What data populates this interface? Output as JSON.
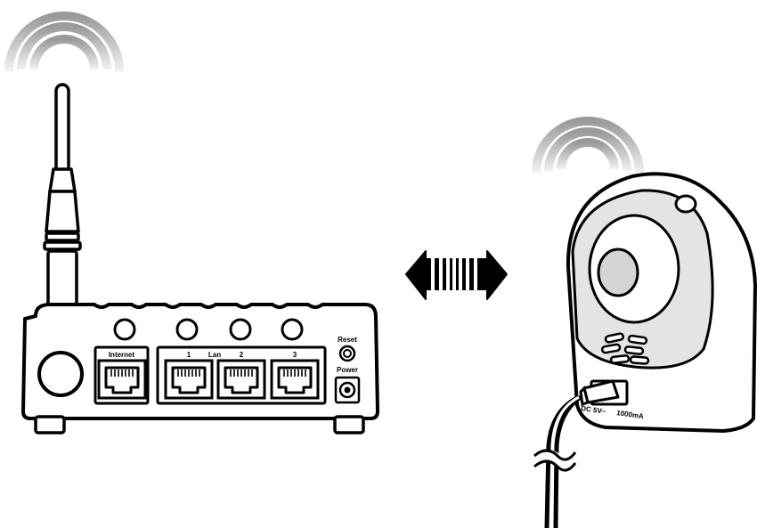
{
  "router": {
    "ports": {
      "internet": "Internet",
      "lan_title": "Lan",
      "lan_numbers": [
        "1",
        "2",
        "3"
      ]
    },
    "reset_label": "Reset",
    "power_label": "Power"
  },
  "camera": {
    "power_rating": "DC 5V",
    "current_rating": "1000mA"
  },
  "colors": {
    "outline": "#000000",
    "fill": "#ffffff",
    "wifi_signal": "#d4d4d4",
    "camera_grey": "#e2e2e2"
  },
  "icons": [
    "wifi-signal-icon",
    "bidirectional-arrow-icon",
    "rj45-port-icon",
    "antenna-icon"
  ]
}
